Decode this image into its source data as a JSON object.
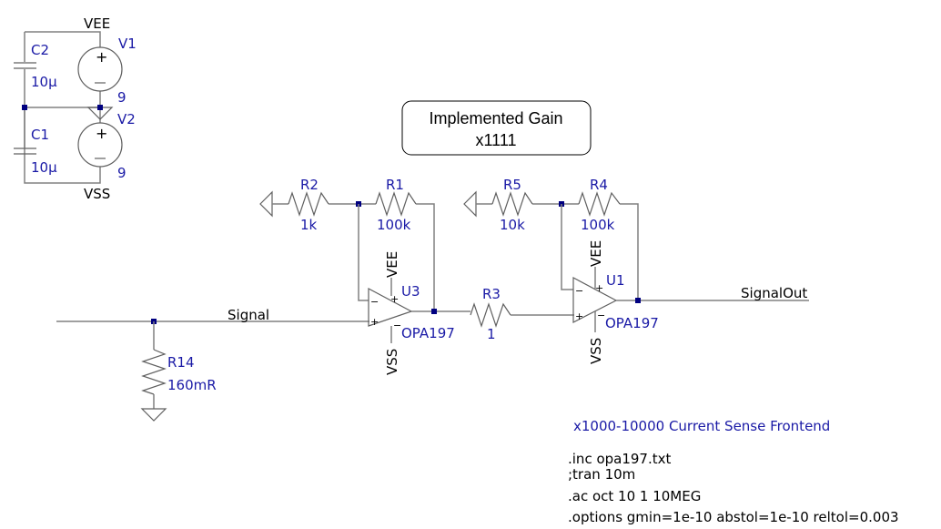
{
  "power": {
    "vee_label": "VEE",
    "vss_label": "VSS",
    "v1": {
      "ref": "V1",
      "value": "9"
    },
    "v2": {
      "ref": "V2",
      "value": "9"
    },
    "c2": {
      "ref": "C2",
      "value": "10µ"
    },
    "c1": {
      "ref": "C1",
      "value": "10µ"
    }
  },
  "gain_box": {
    "line1": "Implemented Gain",
    "line2": "x1111"
  },
  "stage1": {
    "r2": {
      "ref": "R2",
      "value": "1k"
    },
    "r1": {
      "ref": "R1",
      "value": "100k"
    },
    "opamp": {
      "ref": "U3",
      "model": "OPA197",
      "vee": "VEE",
      "vss": "VSS"
    }
  },
  "stage2": {
    "r5": {
      "ref": "R5",
      "value": "10k"
    },
    "r4": {
      "ref": "R4",
      "value": "100k"
    },
    "opamp": {
      "ref": "U1",
      "model": "OPA197",
      "vee": "VEE",
      "vss": "VSS"
    }
  },
  "r3": {
    "ref": "R3",
    "value": "1"
  },
  "r14": {
    "ref": "R14",
    "value": "160mR"
  },
  "nets": {
    "signal": "Signal",
    "signal_out": "SignalOut"
  },
  "pin_marks": {
    "plus": "+",
    "minus": "−"
  },
  "title": "x1000-10000 Current Sense Frontend",
  "directives": [
    ".inc opa197.txt",
    ";tran 10m",
    ".ac oct 10 1 10MEG",
    ".options gmin=1e-10 abstol=1e-10 reltol=0.003"
  ]
}
